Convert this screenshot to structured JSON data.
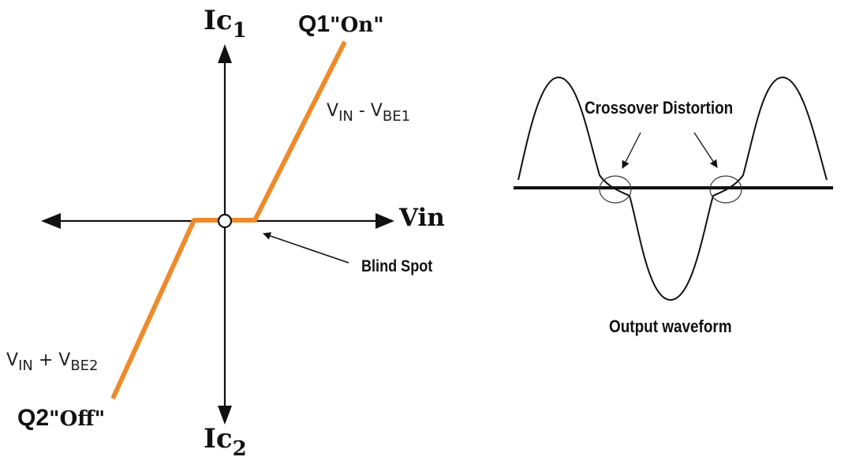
{
  "left_diagram": {
    "y_axis_top_label": {
      "base": "Ic",
      "sub": "1"
    },
    "y_axis_bottom_label": {
      "base": "Ic",
      "sub": "2"
    },
    "x_axis_label": "Vin",
    "q1_label": {
      "name": "Q1",
      "state": "\"On\""
    },
    "q2_label": {
      "name": "Q2",
      "state": "\"Off\""
    },
    "upper_expr": {
      "a": "V",
      "a_sub": "IN",
      "op": " - ",
      "b": "V",
      "b_sub": "BE1"
    },
    "lower_expr": {
      "a": "V",
      "a_sub": "IN",
      "op": " + ",
      "b": "V",
      "b_sub": "BE2"
    },
    "blind_spot_label": "Blind Spot",
    "transfer_curve_color": "#ef8a2a"
  },
  "right_diagram": {
    "distortion_label": "Crossover Distortion",
    "waveform_label": "Output waveform"
  }
}
